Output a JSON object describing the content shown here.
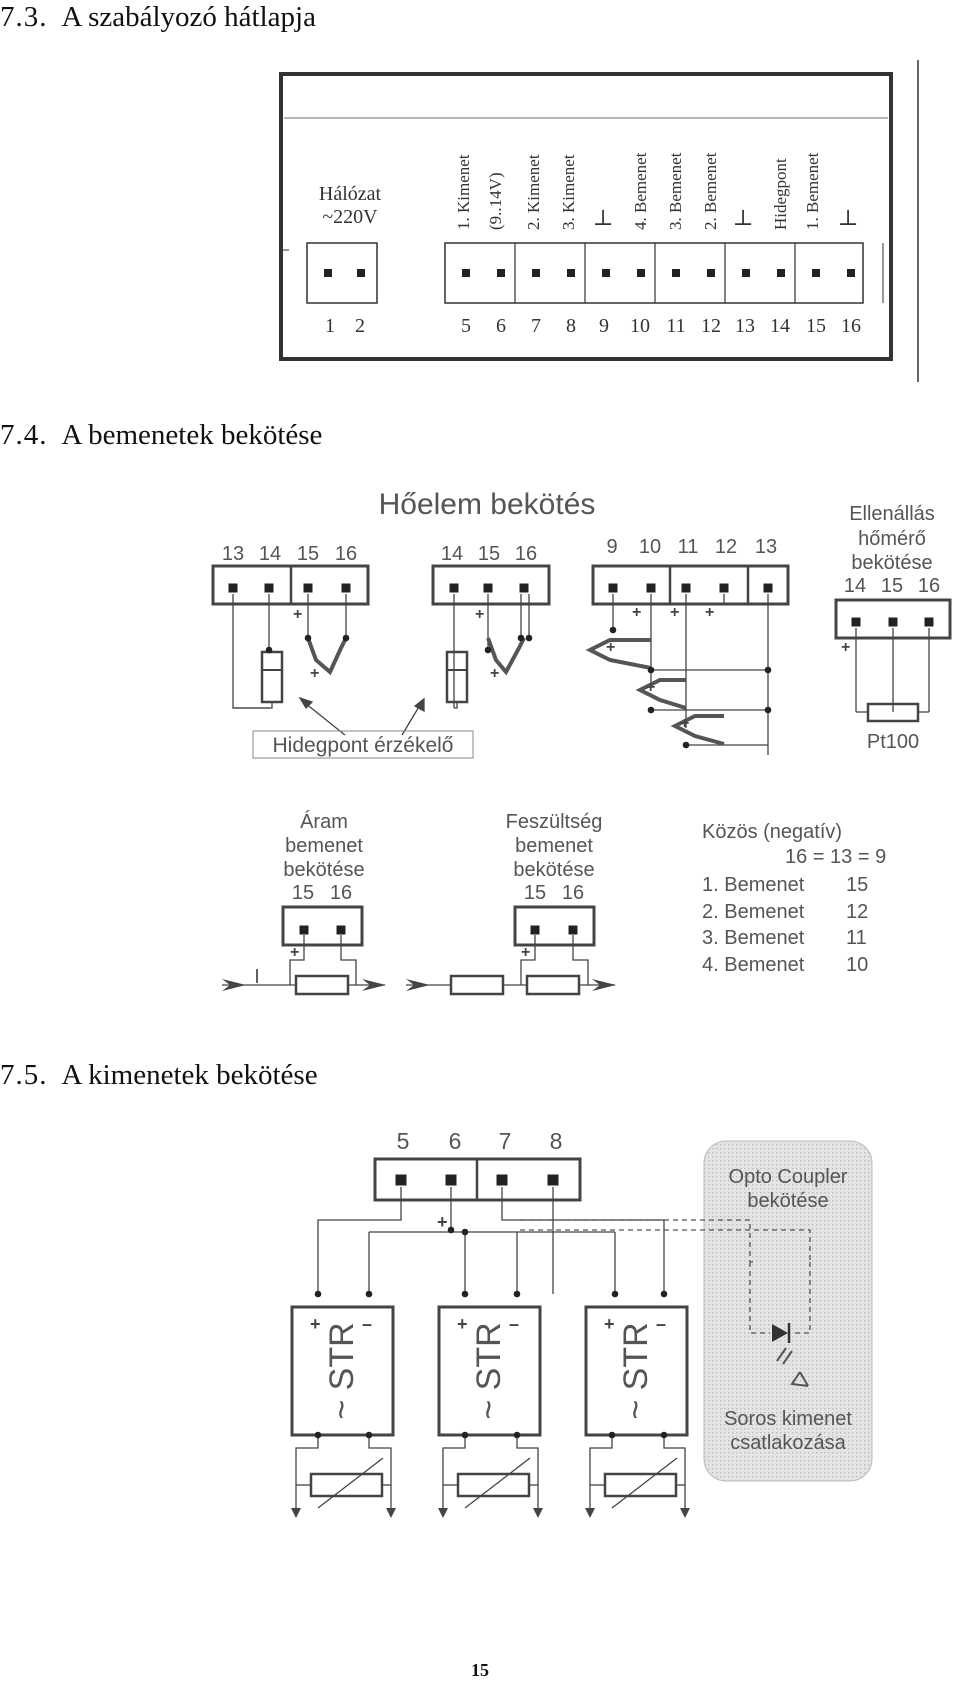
{
  "headings": {
    "h73": {
      "num": "7.3.",
      "text": "A szabályozó hátlapja"
    },
    "h74": {
      "num": "7.4.",
      "text": "A bemenetek bekötése"
    },
    "h75": {
      "num": "7.5.",
      "text": "A kimenetek bekötése"
    }
  },
  "backpanel": {
    "labels": {
      "halozat1": "Hálózat",
      "halozat2": "~220V",
      "k1": "1. Kimenet",
      "k1b": "(9..14V)",
      "k2": "2. Kimenet",
      "k3": "3. Kimenet",
      "gnd": "⊥",
      "b4": "4. Bemenet",
      "b3": "3. Bemenet",
      "b2": "2. Bemenet",
      "hid": "Hidegpont",
      "b1": "1. Bemenet"
    },
    "terminals": [
      "1",
      "2",
      "5",
      "6",
      "7",
      "8",
      "9",
      "10",
      "11",
      "12",
      "13",
      "14",
      "15",
      "16"
    ]
  },
  "inputs": {
    "title": "Hőelem bekötés",
    "blockA": [
      "13",
      "14",
      "15",
      "16"
    ],
    "blockB": [
      "14",
      "15",
      "16"
    ],
    "blockC": [
      "9",
      "10",
      "11",
      "12",
      "13"
    ],
    "hidegpont_label": "Hidegpont érzékelő",
    "ellen": {
      "l1": "Ellenállás",
      "l2": "hőmérő",
      "l3": "bekötése",
      "terminals": [
        "14",
        "15",
        "16"
      ],
      "pt100": "Pt100"
    },
    "aram": {
      "l1": "Áram",
      "l2": "bemenet",
      "l3": "bekötése",
      "terminals": [
        "15",
        "16"
      ],
      "current": "I"
    },
    "fesz": {
      "l1": "Feszültség",
      "l2": "bemenet",
      "l3": "bekötése",
      "terminals": [
        "15",
        "16"
      ]
    },
    "kozos": {
      "title": "Közös (negatív)",
      "eq": "16 = 13 = 9",
      "rows": [
        {
          "label": "1. Bemenet",
          "value": "15"
        },
        {
          "label": "2. Bemenet",
          "value": "12"
        },
        {
          "label": "3. Bemenet",
          "value": "11"
        },
        {
          "label": "4. Bemenet",
          "value": "10"
        }
      ]
    },
    "plus": "+"
  },
  "outputs": {
    "terminals": [
      "5",
      "6",
      "7",
      "8"
    ],
    "str": "~ STR",
    "plus": "+",
    "minus": "–",
    "opto1": "Opto Coupler",
    "opto2": "bekötése",
    "soros1": "Soros kimenet",
    "soros2": "csatlakozása"
  },
  "page_number": "15"
}
